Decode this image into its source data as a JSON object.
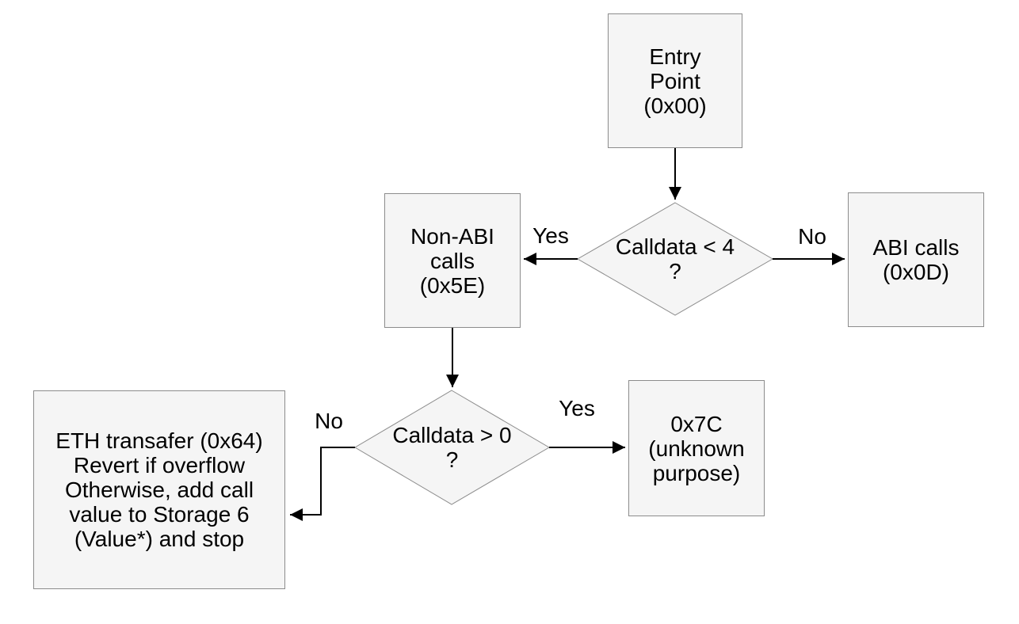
{
  "diagram": {
    "type": "flowchart",
    "nodes": {
      "entry_point": {
        "label": "Entry\nPoint\n(0x00)"
      },
      "non_abi_calls": {
        "label": "Non-ABI\ncalls\n(0x5E)"
      },
      "abi_calls": {
        "label": "ABI calls\n(0x0D)"
      },
      "eth_transfer": {
        "label": "ETH transafer (0x64)\nRevert if overflow\nOtherwise, add call\nvalue to Storage 6\n(Value*) and stop"
      },
      "unknown_purpose": {
        "label": "0x7C\n(unknown\npurpose)"
      }
    },
    "decisions": {
      "calldata_lt_4": {
        "label": "Calldata < 4\n?"
      },
      "calldata_gt_0": {
        "label": "Calldata > 0\n?"
      }
    },
    "edges": {
      "calldata_lt_4_yes": {
        "label": "Yes"
      },
      "calldata_lt_4_no": {
        "label": "No"
      },
      "calldata_gt_0_yes": {
        "label": "Yes"
      },
      "calldata_gt_0_no": {
        "label": "No"
      }
    },
    "colors": {
      "background": "#ffffff",
      "node_fill": "#f5f5f5",
      "node_border": "#8c8c8c",
      "arrow": "#000000",
      "text": "#000000"
    }
  }
}
